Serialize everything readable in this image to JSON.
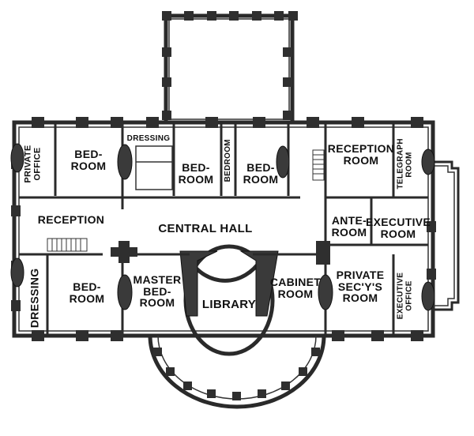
{
  "rooms": {
    "private_office": "PRIVATE\nOFFICE",
    "bedroom_1": "BED-\nROOM",
    "dressing_top": "DRESSING",
    "bedroom_2": "BED-\nROOM",
    "bedroom_narrow": "BEDROOM",
    "bedroom_3": "BED-\nROOM",
    "reception_room": "RECEPTION\nROOM",
    "telegraph_room": "TELEGRAPH\nROOM",
    "reception": "RECEPTION",
    "central_hall": "CENTRAL HALL",
    "ante_room": "ANTE-\nROOM",
    "executive_room": "EXECUTIVE\nROOM",
    "dressing_bottom": "DRESSING",
    "bedroom_4": "BED-\nROOM",
    "master_bedroom": "MASTER\nBED-\nROOM",
    "library": "LIBRARY",
    "cabinet_room": "CABINET\nROOM",
    "private_secys_room": "PRIVATE\nSEC'Y'S\nROOM",
    "executive_office": "EXECUTIVE\nOFFICE"
  },
  "colors": {
    "ink": "#2a2a2a",
    "paper": "#ffffff"
  }
}
